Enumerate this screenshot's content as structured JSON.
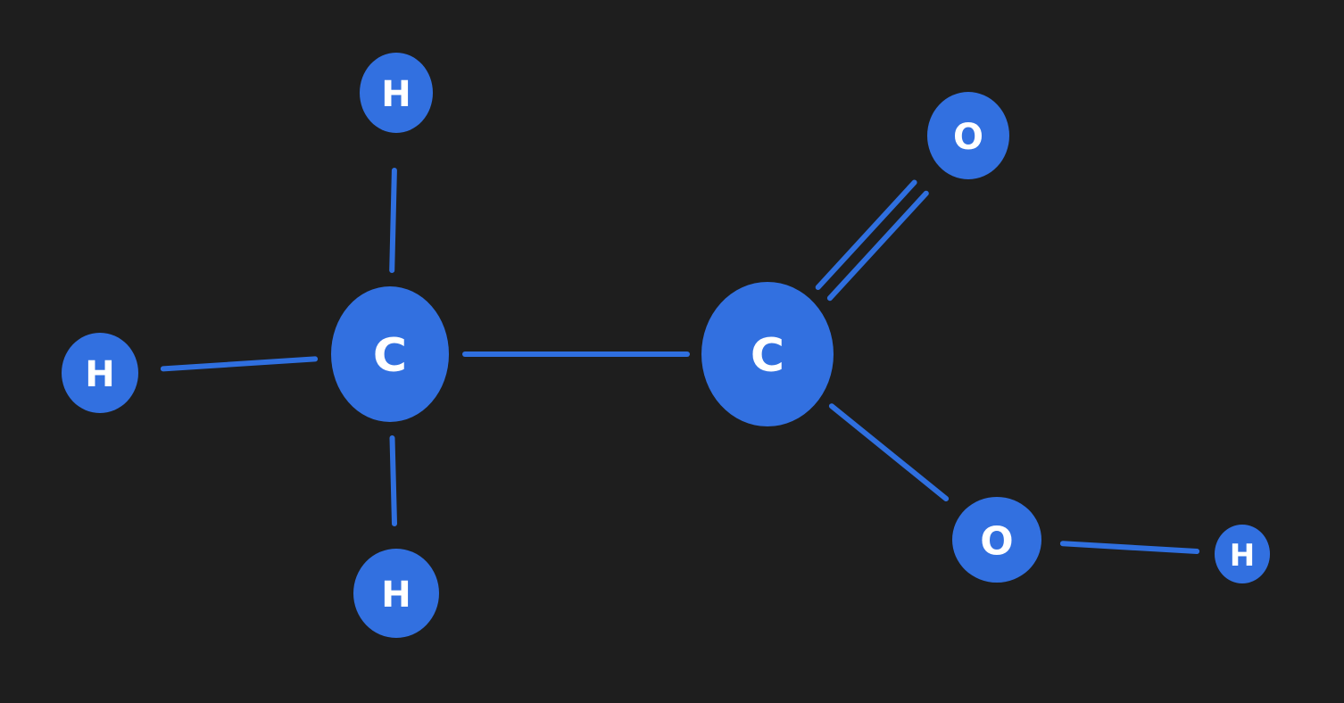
{
  "colors": {
    "background": "#1e1e1e",
    "atom_fill": "#3270e0",
    "bond": "#2f6fdf",
    "label": "#ffffff"
  },
  "atoms": [
    {
      "id": "c1",
      "element": "C"
    },
    {
      "id": "c2",
      "element": "C"
    },
    {
      "id": "h-top",
      "element": "H"
    },
    {
      "id": "h-left",
      "element": "H"
    },
    {
      "id": "h-bottom",
      "element": "H"
    },
    {
      "id": "o-double",
      "element": "O"
    },
    {
      "id": "o-hydroxyl",
      "element": "O"
    },
    {
      "id": "h-hydroxyl",
      "element": "H"
    }
  ],
  "bonds": [
    {
      "from": "c1",
      "to": "h-top",
      "order": 1
    },
    {
      "from": "c1",
      "to": "h-left",
      "order": 1
    },
    {
      "from": "c1",
      "to": "h-bottom",
      "order": 1
    },
    {
      "from": "c1",
      "to": "c2",
      "order": 1
    },
    {
      "from": "c2",
      "to": "o-double",
      "order": 2
    },
    {
      "from": "c2",
      "to": "o-hydroxyl",
      "order": 1
    },
    {
      "from": "o-hydroxyl",
      "to": "h-hydroxyl",
      "order": 1
    }
  ]
}
